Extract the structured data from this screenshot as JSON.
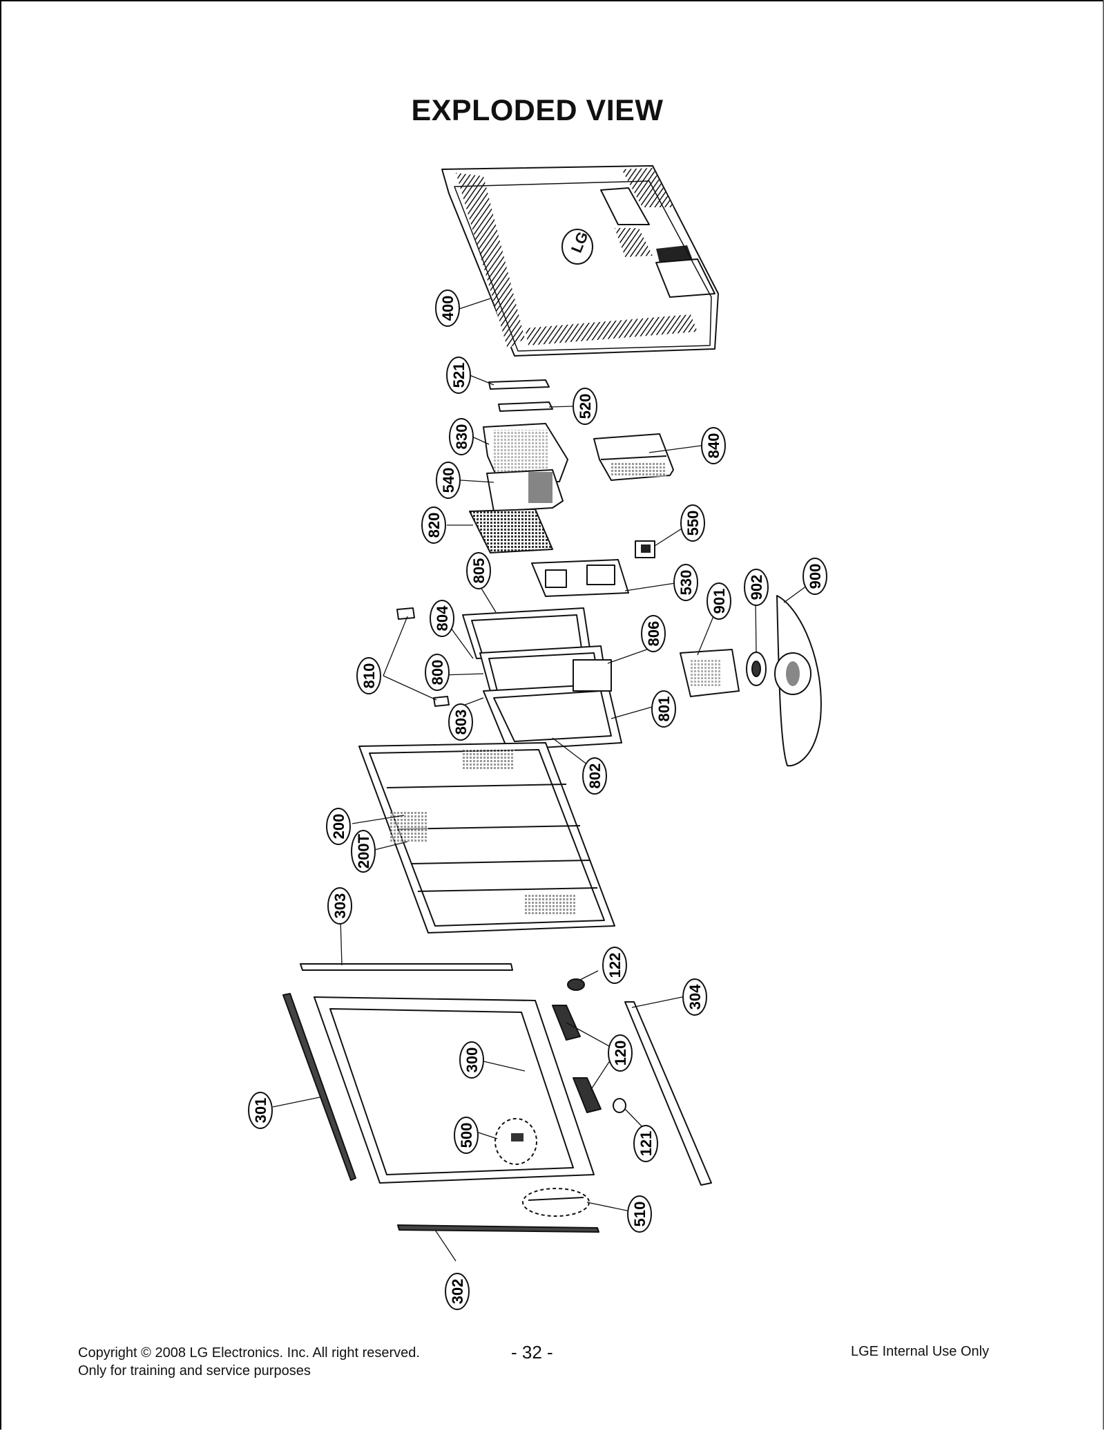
{
  "page": {
    "title": "EXPLODED VIEW",
    "footer": {
      "copyright": "Copyright  © 2008 LG Electronics. Inc. All right reserved.",
      "purpose": "Only for training and service purposes",
      "page_number": "- 32 -",
      "internal": "LGE Internal Use Only"
    }
  },
  "parts": {
    "p400": "400",
    "p521": "521",
    "p520": "520",
    "p830": "830",
    "p840": "840",
    "p540": "540",
    "p820": "820",
    "p550": "550",
    "p805": "805",
    "p530": "530",
    "p901": "901",
    "p902": "902",
    "p900": "900",
    "p804": "804",
    "p806": "806",
    "p810": "810",
    "p800": "800",
    "p803": "803",
    "p801": "801",
    "p802": "802",
    "p200": "200",
    "p200t": "200T",
    "p303": "303",
    "p122": "122",
    "p304": "304",
    "p120": "120",
    "p300": "300",
    "p301": "301",
    "p500": "500",
    "p121": "121",
    "p510": "510",
    "p302": "302",
    "logo": "LG"
  }
}
